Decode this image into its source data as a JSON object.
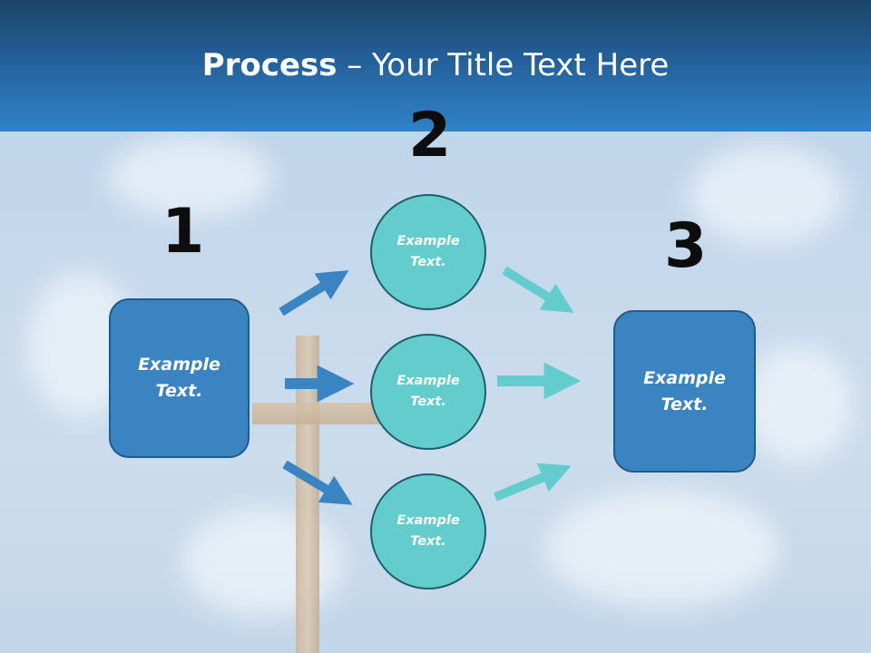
{
  "title": {
    "bold": "Process",
    "rest": " – Your Title Text Here"
  },
  "steps": [
    {
      "number": "1",
      "text": "Example\nText."
    },
    {
      "number": "2",
      "text": "Example\nText."
    },
    {
      "number": "3",
      "text": "Example\nText."
    }
  ],
  "middle": [
    {
      "text": "Example\nText."
    },
    {
      "text": "Example\nText."
    },
    {
      "text": "Example\nText."
    }
  ],
  "colors": {
    "header": "#2f83c7",
    "box_fill": "#3a84c2",
    "circle_fill": "#63cdcd",
    "arrow_left": "#3a84c2",
    "arrow_right": "#63cdcd"
  }
}
